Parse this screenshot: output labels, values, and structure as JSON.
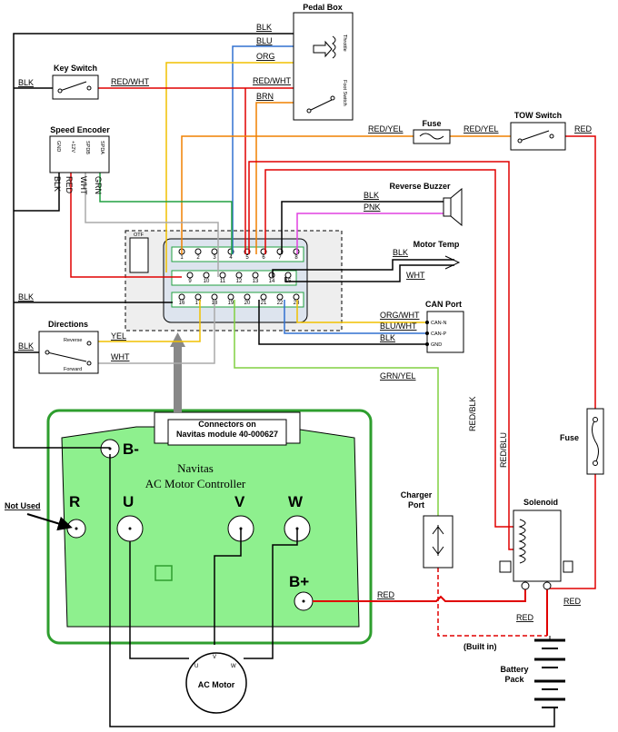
{
  "pedal_box": {
    "title": "Pedal Box",
    "throttle": "Throttle",
    "foot_switch": "Foot Switch"
  },
  "key_switch": {
    "title": "Key Switch"
  },
  "speed_encoder": {
    "title": "Speed Encoder",
    "pins": [
      "GND",
      "+12V",
      "SPDB",
      "SPDA"
    ]
  },
  "fuse_top": {
    "title": "Fuse"
  },
  "tow_switch": {
    "title": "TOW Switch"
  },
  "reverse_buzzer": {
    "title": "Reverse Buzzer"
  },
  "motor_temp": {
    "title": "Motor Temp"
  },
  "can_port": {
    "title": "CAN Port",
    "pins": [
      "CAN-N",
      "CAN-P",
      "GND"
    ]
  },
  "directions": {
    "title": "Directions",
    "reverse": "Reverse",
    "forward": "Forward"
  },
  "otf": "OTF",
  "connector_rows": {
    "row1": [
      "1",
      "2",
      "3",
      "4",
      "5",
      "6",
      "7",
      "8"
    ],
    "row2": [
      "9",
      "10",
      "11",
      "12",
      "13",
      "14",
      "15"
    ],
    "row3": [
      "16",
      "17",
      "18",
      "19",
      "20",
      "21",
      "22",
      "23"
    ]
  },
  "connectors_note": {
    "line1": "Connectors on",
    "line2": "Navitas module 40-000627"
  },
  "controller": {
    "line1": "Navitas",
    "line2": "AC Motor Controller",
    "terminals": {
      "bminus": "B-",
      "r": "R",
      "u": "U",
      "v": "V",
      "w": "W",
      "bplus": "B+"
    }
  },
  "not_used": "Not Used",
  "charger_port": {
    "line1": "Charger",
    "line2": "Port"
  },
  "solenoid": {
    "title": "Solenoid"
  },
  "fuse_right": {
    "title": "Fuse"
  },
  "battery": {
    "line1": "Battery",
    "line2": "Pack"
  },
  "built_in": "(Built in)",
  "ac_motor": {
    "title": "AC Motor",
    "u": "U",
    "v": "V",
    "w": "W"
  },
  "wires": {
    "blk": "BLK",
    "blu": "BLU",
    "org": "ORG",
    "red_wht": "RED/WHT",
    "brn": "BRN",
    "red_yel": "RED/YEL",
    "red": "RED",
    "red_lbl": "RED",
    "wht": "WHT",
    "grn": "GRN",
    "pnk": "PNK",
    "yel": "YEL",
    "org_wht": "ORG/WHT",
    "blu_wht": "BLU/WHT",
    "grn_yel": "GRN/YEL",
    "red_blk": "RED/BLK",
    "red_blu": "RED/BLU"
  },
  "colors": {
    "controller_fill": "#8ef08e",
    "controller_border": "#2e9e2e",
    "wire_red": "#e00000",
    "wire_orange": "#f08000",
    "wire_blue": "#3070d0",
    "wire_green": "#20a040",
    "wire_pink": "#e040e0",
    "wire_yellow": "#f0c000",
    "wire_grngrn": "#80d040"
  }
}
